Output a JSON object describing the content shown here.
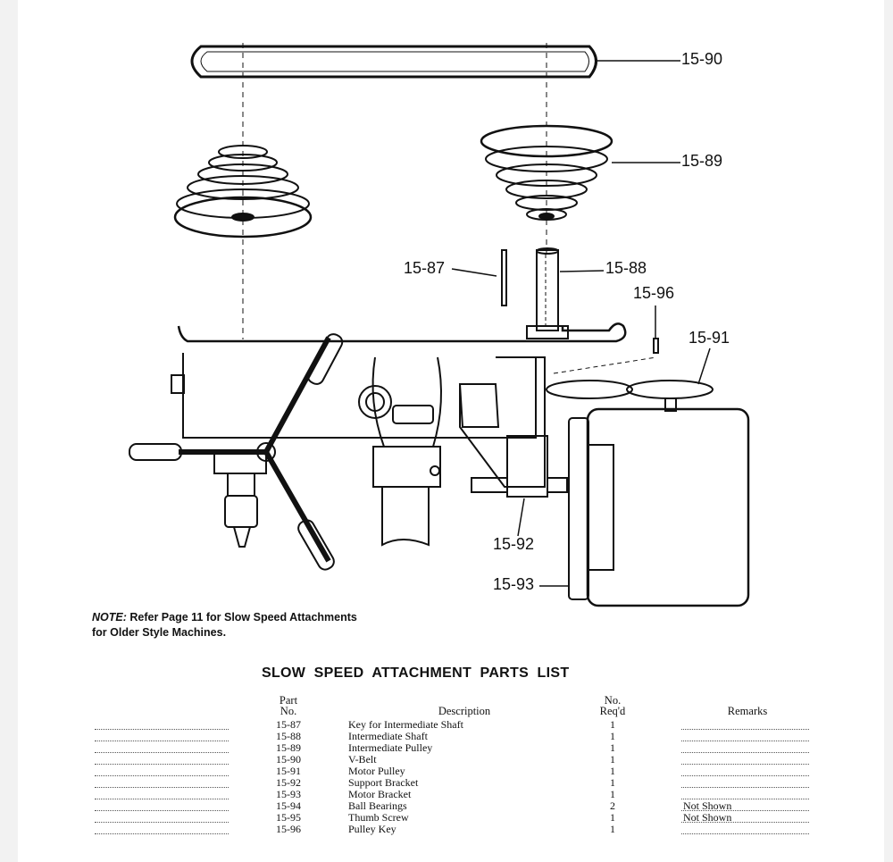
{
  "callouts": {
    "c1590": "15-90",
    "c1589": "15-89",
    "c1587": "15-87",
    "c1588": "15-88",
    "c1596": "15-96",
    "c1591": "15-91",
    "c1592": "15-92",
    "c1593": "15-93"
  },
  "note": {
    "lead": "NOTE:",
    "line1": "Refer Page 11 for Slow Speed Attachments",
    "line2": "for Older Style Machines."
  },
  "parts_list": {
    "title": "SLOW  SPEED  ATTACHMENT  PARTS  LIST",
    "headers": {
      "part_no_1": "Part",
      "part_no_2": "No.",
      "description": "Description",
      "req_1": "No.",
      "req_2": "Req'd",
      "remarks": "Remarks"
    },
    "rows": [
      {
        "no": "15-87",
        "desc": "Key for Intermediate Shaft",
        "req": "1",
        "rem": ""
      },
      {
        "no": "15-88",
        "desc": "Intermediate Shaft",
        "req": "1",
        "rem": ""
      },
      {
        "no": "15-89",
        "desc": "Intermediate Pulley",
        "req": "1",
        "rem": ""
      },
      {
        "no": "15-90",
        "desc": "V-Belt",
        "req": "1",
        "rem": ""
      },
      {
        "no": "15-91",
        "desc": "Motor Pulley",
        "req": "1",
        "rem": ""
      },
      {
        "no": "15-92",
        "desc": "Support Bracket",
        "req": "1",
        "rem": ""
      },
      {
        "no": "15-93",
        "desc": "Motor Bracket",
        "req": "1",
        "rem": ""
      },
      {
        "no": "15-94",
        "desc": "Ball Bearings",
        "req": "2",
        "rem": "Not Shown"
      },
      {
        "no": "15-95",
        "desc": "Thumb Screw",
        "req": "1",
        "rem": "Not Shown"
      },
      {
        "no": "15-96",
        "desc": "Pulley Key",
        "req": "1",
        "rem": ""
      }
    ]
  }
}
